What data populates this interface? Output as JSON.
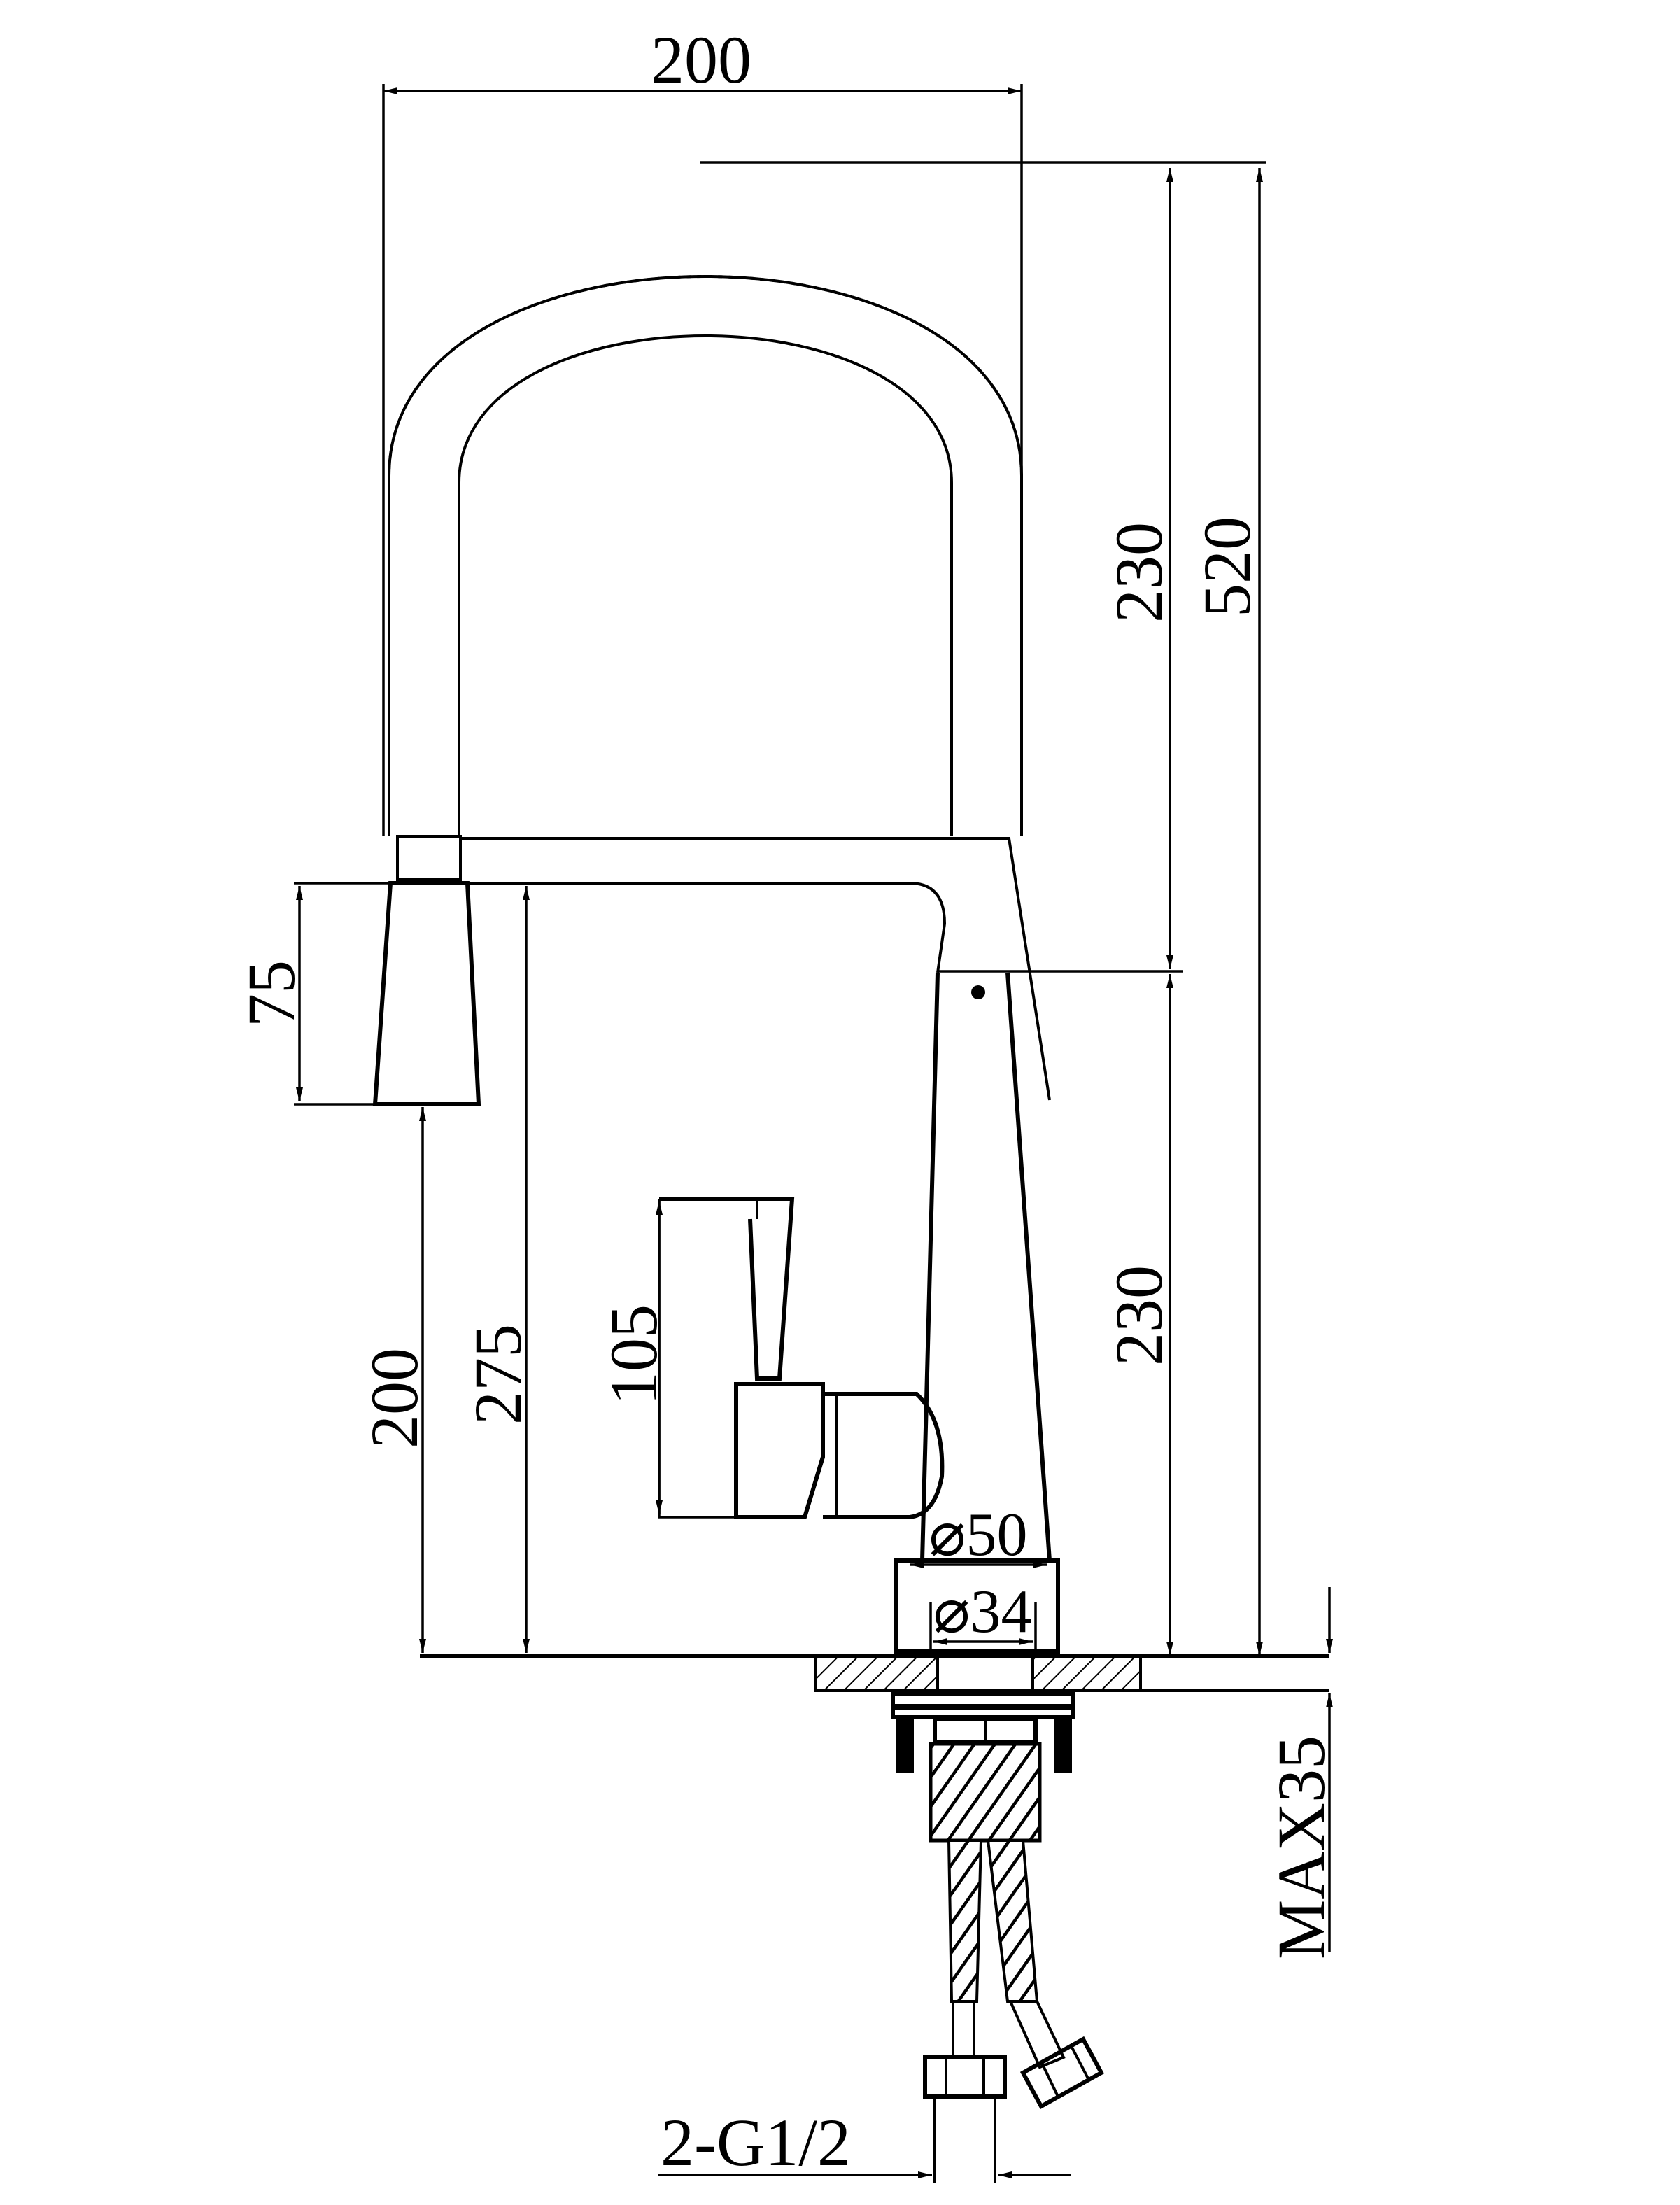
{
  "dimensions": {
    "overall_width": "200",
    "overall_height": "520",
    "upper_height": "230",
    "lower_height": "230",
    "spray_head_height": "75",
    "spray_head_clearance": "200",
    "spout_height": "275",
    "handle_height": "105",
    "base_diameter": "⌀50",
    "shank_diameter": "⌀34",
    "max_deck_thickness": "MAX35",
    "inlet_connection": "2-G1/2"
  },
  "colors": {
    "line": "#000000",
    "background": "#ffffff"
  }
}
